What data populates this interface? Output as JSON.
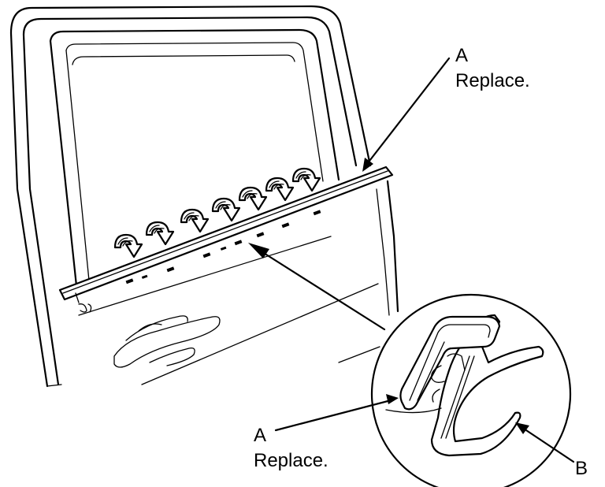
{
  "callouts": {
    "top_a": {
      "letter": "A",
      "text": "Replace."
    },
    "bottom_a": {
      "letter": "A",
      "text": "Replace."
    },
    "b": {
      "letter": "B"
    }
  }
}
